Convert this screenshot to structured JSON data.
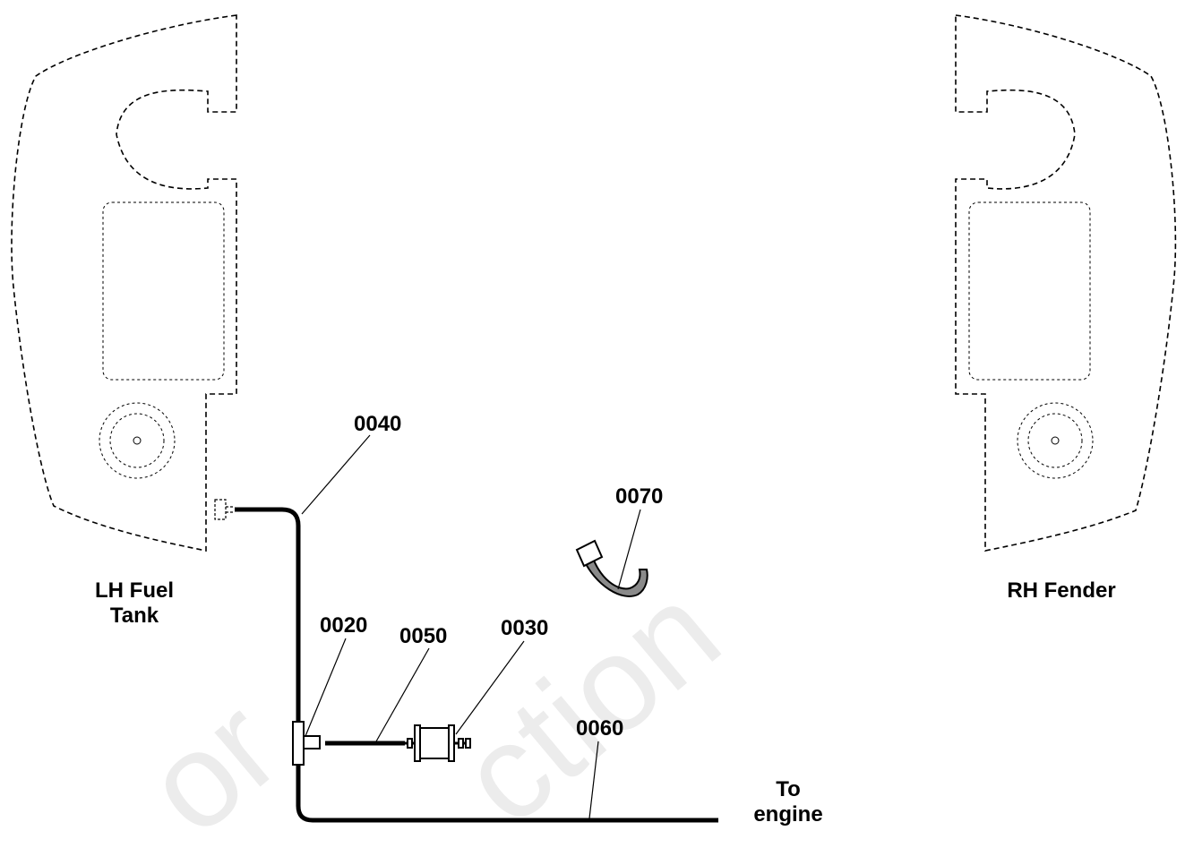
{
  "watermark": {
    "left_text": "or",
    "right_text": "ction"
  },
  "labels": {
    "tank_left_line1": "LH Fuel",
    "tank_left_line2": "Tank",
    "fender_right": "RH Fender",
    "engine_line1": "To",
    "engine_line2": "engine"
  },
  "callouts": {
    "c0020": "0020",
    "c0030": "0030",
    "c0040": "0040",
    "c0050": "0050",
    "c0060": "0060",
    "c0070": "0070"
  }
}
